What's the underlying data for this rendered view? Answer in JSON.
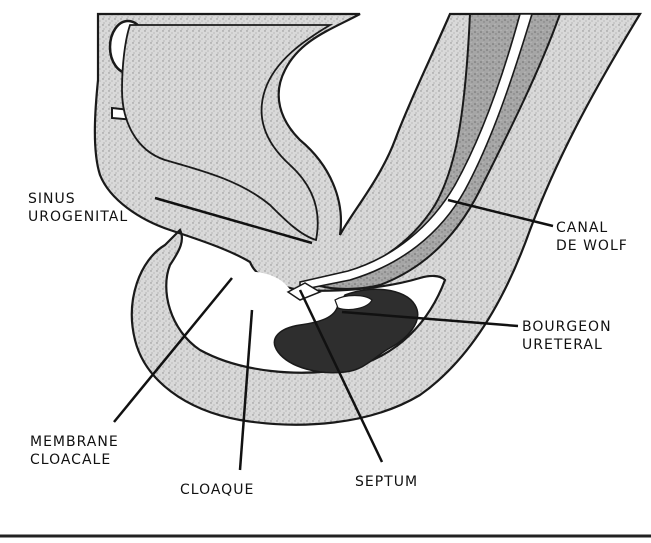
{
  "labels": {
    "sinus_line1": "SINUS",
    "sinus_line2": "UROGENITAL",
    "canal_line1": "CANAL",
    "canal_line2": "DE WOLF",
    "bourgeon_line1": "BOURGEON",
    "bourgeon_line2": "URETERAL",
    "membrane_line1": "MEMBRANE",
    "membrane_line2": "CLOACALE",
    "cloaque": "CLOAQUE",
    "septum": "SEPTUM"
  },
  "colors": {
    "background": "#ffffff",
    "tissue_light": "#d3d3d3",
    "tissue_dark": "#9e9e9e",
    "bud_fill": "#2e2e2e",
    "outline": "#1a1a1a"
  }
}
